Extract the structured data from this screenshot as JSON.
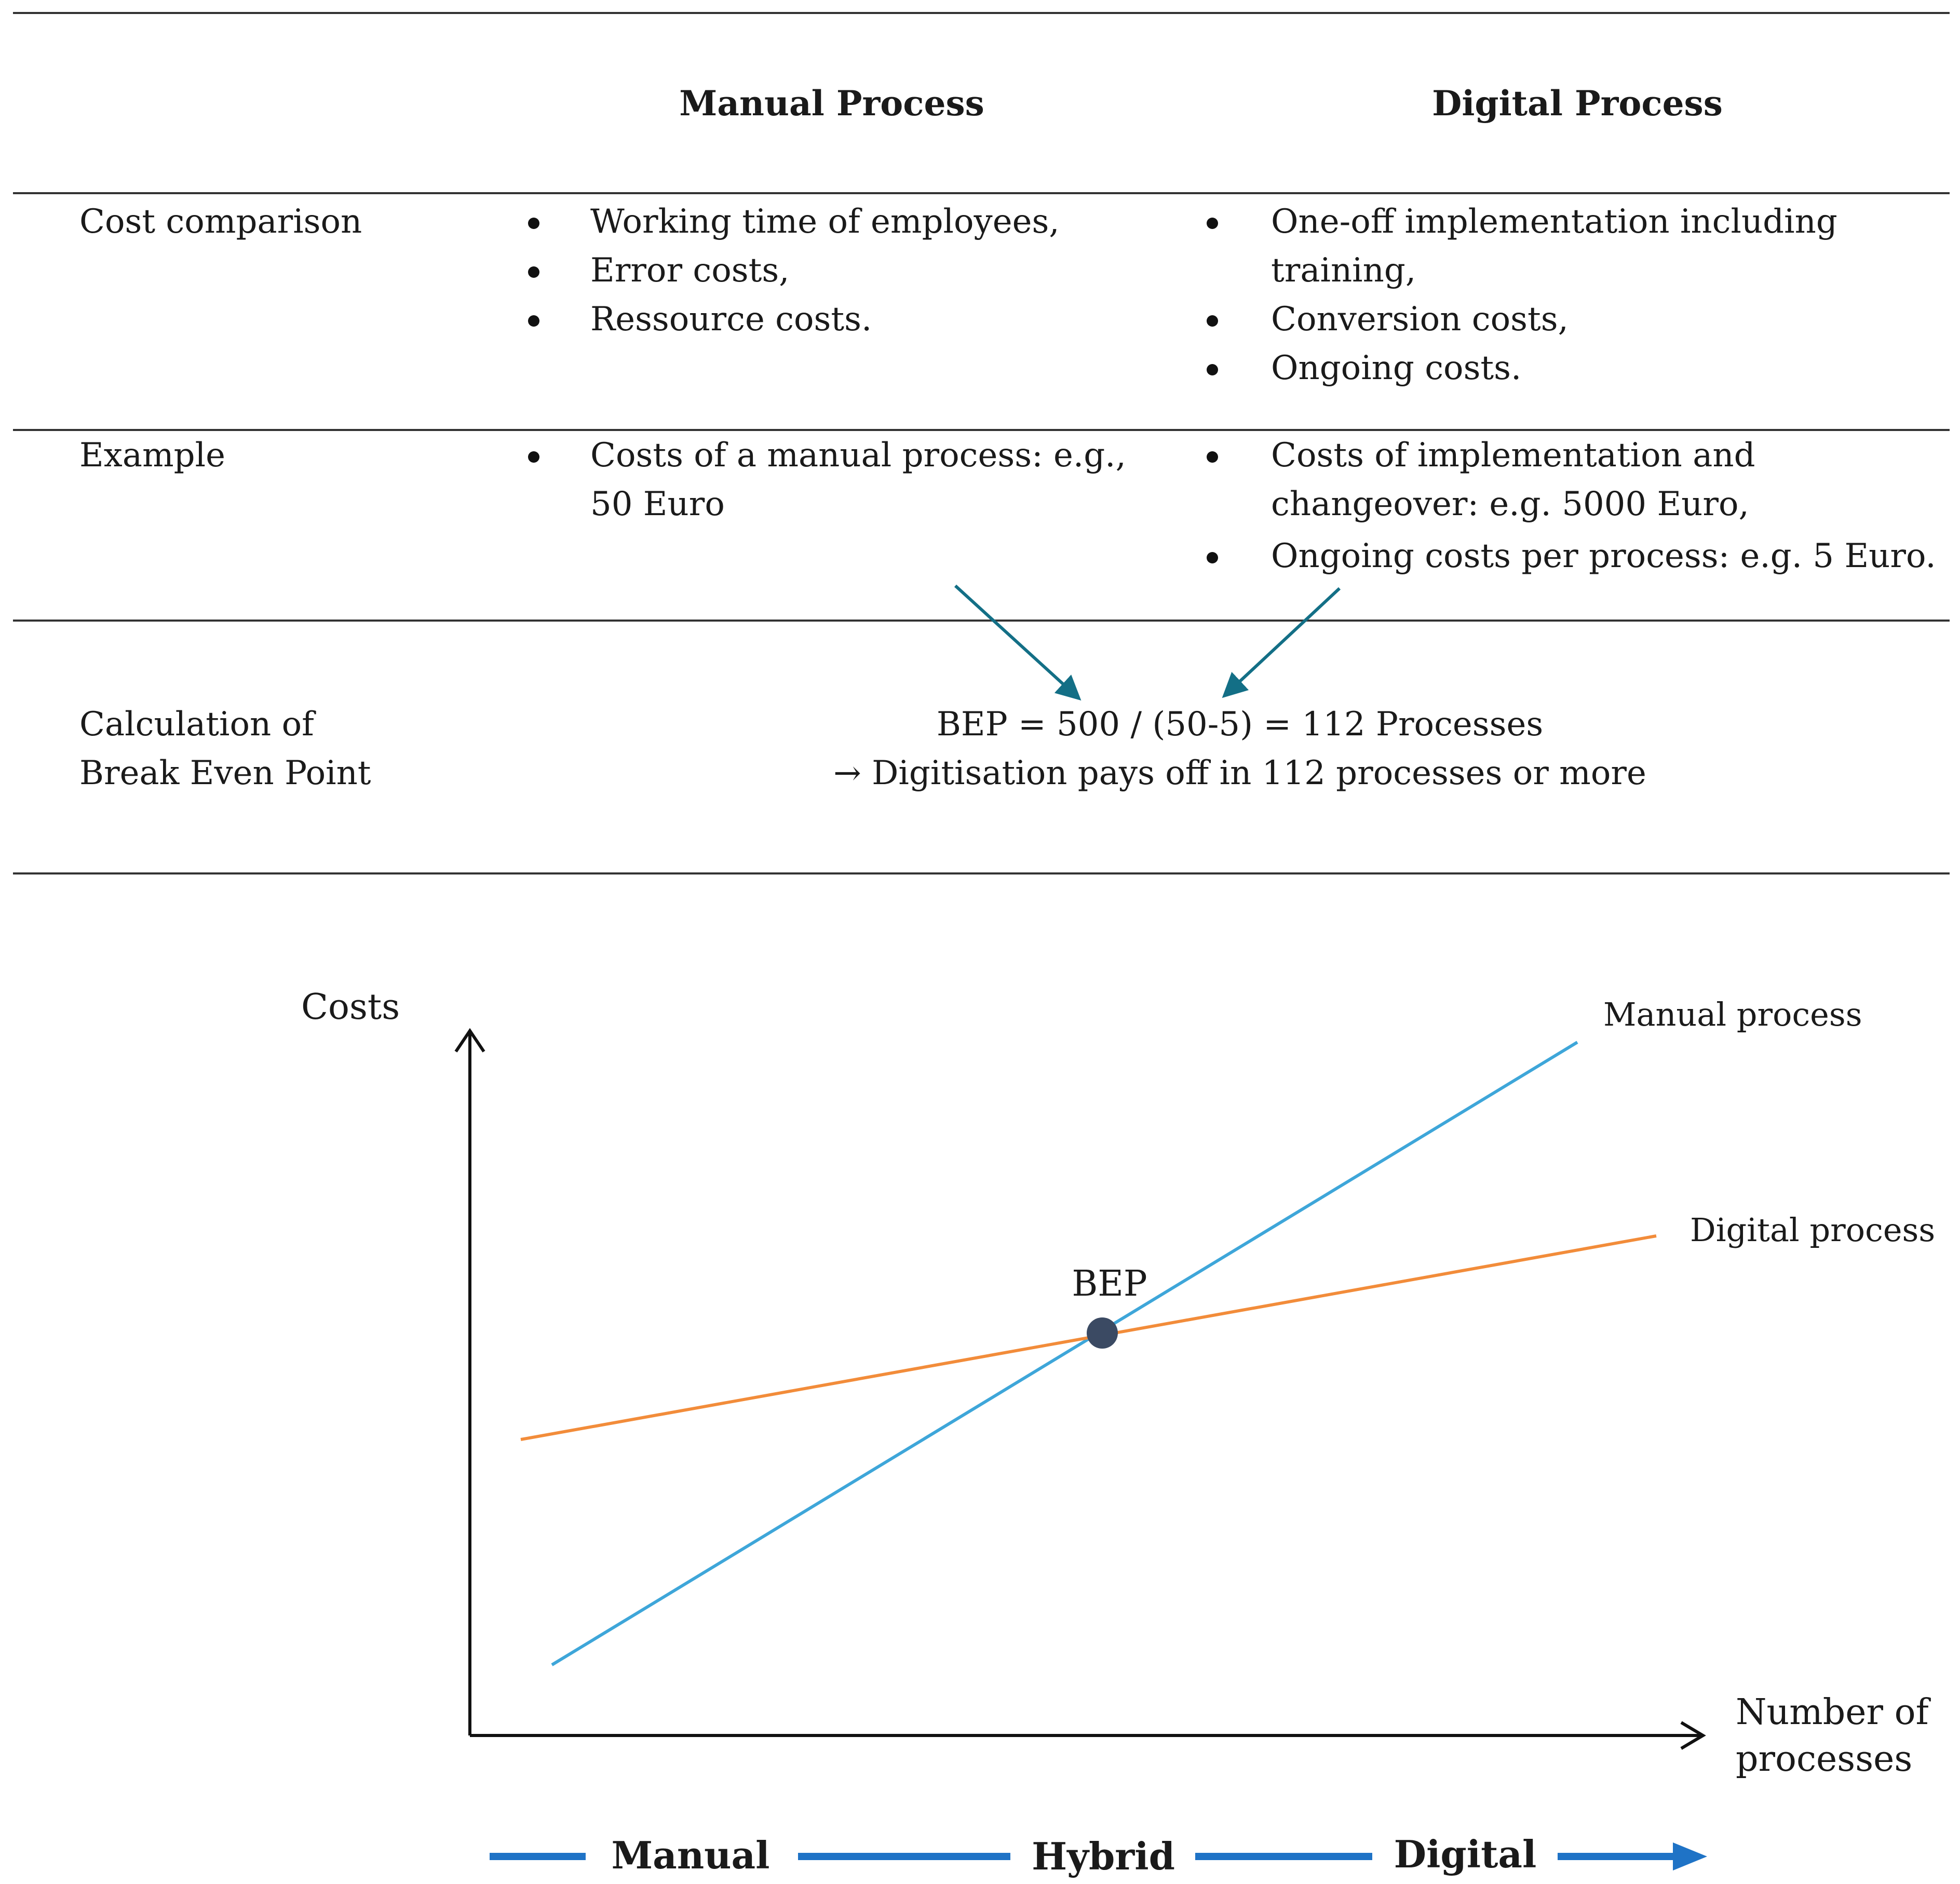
{
  "table": {
    "headers": {
      "manual": "Manual Process",
      "digital": "Digital Process"
    },
    "rows": [
      {
        "label_lines": [
          "Cost comparison"
        ],
        "manual_items": [
          [
            "Working time of employees,"
          ],
          [
            "Error costs,"
          ],
          [
            "Ressource costs."
          ]
        ],
        "digital_items": [
          [
            "One-off implementation including",
            "training,"
          ],
          [
            "Conversion costs,"
          ],
          [
            "Ongoing costs."
          ]
        ]
      },
      {
        "label_lines": [
          "Example"
        ],
        "manual_items": [
          [
            "Costs of a manual process: e.g.,",
            "50 Euro"
          ]
        ],
        "digital_items": [
          [
            "Costs of implementation and",
            "changeover: e.g. 5000 Euro,"
          ],
          [
            "Ongoing costs per process: e.g. 5 Euro."
          ]
        ]
      },
      {
        "label_lines": [
          "Calculation of",
          "Break Even Point"
        ],
        "formula": "BEP = 500 / (50-5) = 112 Processes",
        "conclusion": "→ Digitisation pays off in 112 processes or more"
      }
    ]
  },
  "chart": {
    "y_label": "Costs",
    "x_label_lines": [
      "Number of",
      "processes"
    ],
    "series": [
      {
        "name": "Manual process",
        "color": "#3ea6d9"
      },
      {
        "name": "Digital process",
        "color": "#f28c3a"
      }
    ],
    "bep_label": "BEP",
    "bep_color": "#3b4a63"
  },
  "scale": {
    "labels": [
      "Manual",
      "Hybrid",
      "Digital"
    ],
    "color": "#1f73c6"
  },
  "colors": {
    "arrow": "#136f86"
  }
}
